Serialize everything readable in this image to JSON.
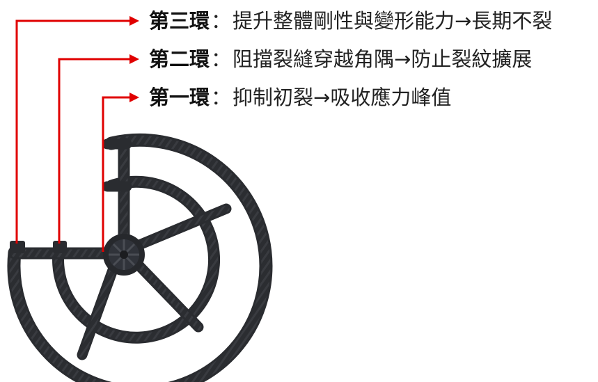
{
  "accent_color": "#e00000",
  "rebar_color": "#2a2c30",
  "labels": [
    {
      "ring": "第三環",
      "separator": "：",
      "text": "提升整體剛性與變形能力→長期不裂"
    },
    {
      "ring": "第二環",
      "separator": "：",
      "text": "阻擋裂縫穿越角隅→防止裂紋擴展"
    },
    {
      "ring": "第一環",
      "separator": "：",
      "text": "抑制初裂→吸收應力峰值"
    }
  ]
}
